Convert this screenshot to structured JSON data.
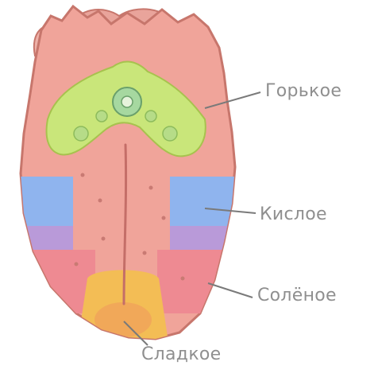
{
  "labels": {
    "bitter": "Горькое",
    "sour": "Кислое",
    "salty": "Солёное",
    "sweet": "Сладкое"
  },
  "colors": {
    "tongue": "#f0a49a",
    "tongue_outline": "#c7766c",
    "bitter_zone": "#c9e67a",
    "sour_zone": "#8fb4ee",
    "sour_edge": "#b99ad9",
    "salty_zone": "#ee7c86",
    "sweet_zone": "#f3bd55",
    "label_text": "#8f8f8f"
  }
}
